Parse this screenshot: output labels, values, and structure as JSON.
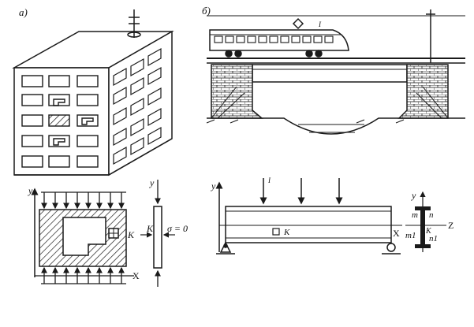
{
  "panels": {
    "a": {
      "label": "a)"
    },
    "b": {
      "label": "б)"
    }
  },
  "diagram_a": {
    "axis_y": "y",
    "axis_x": "X",
    "point": "K",
    "side_y": "y",
    "stress_label": "σ = 0"
  },
  "diagram_b": {
    "load_mark": "I",
    "axis_y": "y",
    "axis_x": "X",
    "axis_z": "Z",
    "point": "K",
    "section_y": "y",
    "m": "m",
    "n": "n",
    "m1": "m1",
    "n1": "n1",
    "k_small": "K"
  },
  "colors": {
    "ink": "#1a1a1a",
    "paper": "#ffffff"
  }
}
